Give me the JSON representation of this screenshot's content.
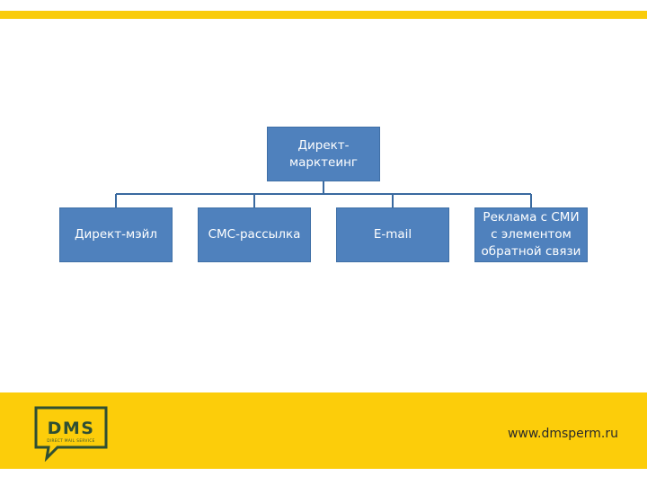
{
  "diagram": {
    "root": {
      "label": "Директ-\nмарктеинг"
    },
    "children": [
      {
        "label": "Директ-мэйл"
      },
      {
        "label": "СМС-рассылка"
      },
      {
        "label": "E-mail"
      },
      {
        "label": "Реклама с СМИ\nс элементом\nобратной связи"
      }
    ]
  },
  "footer": {
    "logo_text": "DMS",
    "logo_tagline": "DIRECT MAIL SERVICE",
    "url": "www.dmsperm.ru"
  },
  "colors": {
    "accent_yellow": "#fccd0a",
    "node_fill": "#4f81bd",
    "connector": "#3a6aa0"
  }
}
